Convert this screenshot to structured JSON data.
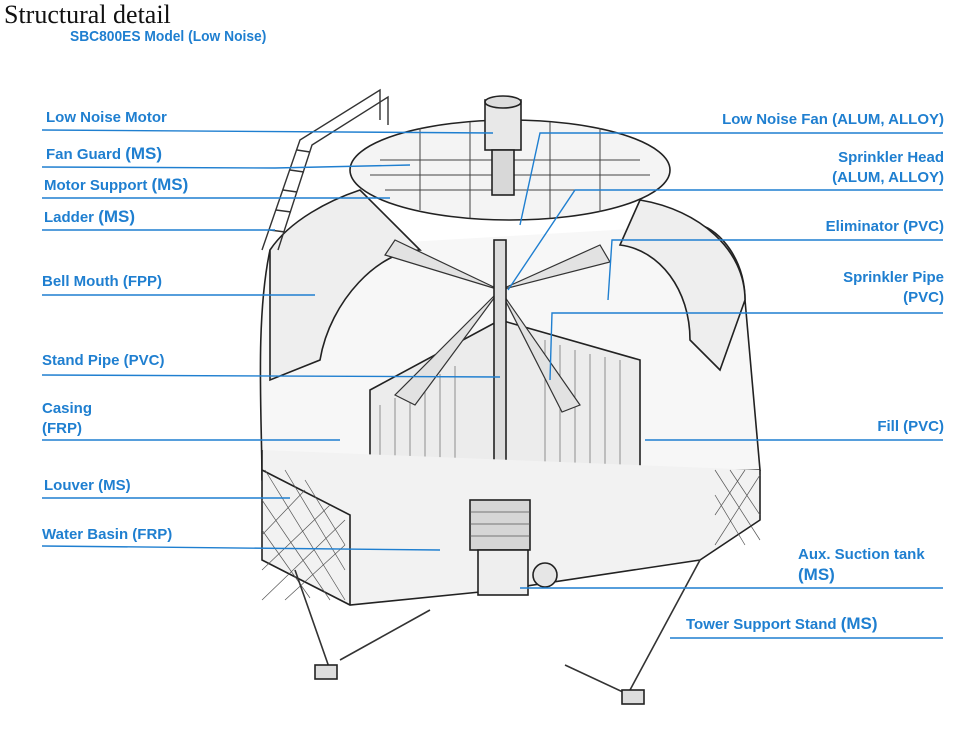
{
  "header": {
    "title": "Structural detail",
    "subtitle": "SBC800ES Model (Low Noise)"
  },
  "labels": {
    "left": [
      {
        "id": "low-noise-motor",
        "text": "Low Noise Motor"
      },
      {
        "id": "fan-guard",
        "text": "Fan Guard",
        "suffix": "(MS)"
      },
      {
        "id": "motor-support",
        "text": "Motor Support",
        "suffix": "(MS)"
      },
      {
        "id": "ladder",
        "text": "Ladder",
        "suffix": "(MS)"
      },
      {
        "id": "bell-mouth",
        "text": "Bell Mouth (FPP)"
      },
      {
        "id": "stand-pipe",
        "text": "Stand Pipe (PVC)"
      },
      {
        "id": "casing",
        "line1": "Casing",
        "line2": "(FRP)"
      },
      {
        "id": "louver",
        "text": "Louver (MS)"
      },
      {
        "id": "water-basin",
        "text": "Water Basin (FRP)"
      }
    ],
    "right": [
      {
        "id": "low-noise-fan",
        "text": "Low Noise Fan (ALUM, ALLOY)"
      },
      {
        "id": "sprinkler-head",
        "line1": "Sprinkler Head",
        "line2": "(ALUM, ALLOY)"
      },
      {
        "id": "eliminator",
        "text": "Eliminator (PVC)"
      },
      {
        "id": "sprinkler-pipe",
        "line1": "Sprinkler Pipe",
        "line2": "(PVC)"
      },
      {
        "id": "fill",
        "text": "Fill (PVC)"
      },
      {
        "id": "aux-suction-tank",
        "line1": "Aux. Suction tank",
        "line2": "(MS)"
      },
      {
        "id": "tower-support-stand",
        "text": "Tower Support Stand",
        "suffix": "(MS)"
      }
    ]
  },
  "colors": {
    "label": "#1f7fd0",
    "leader": "#1f7fd0",
    "drawing": "#222222"
  }
}
